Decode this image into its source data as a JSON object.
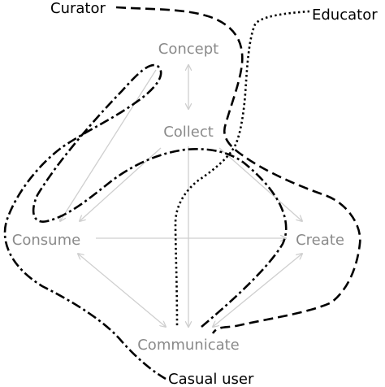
{
  "nodes": {
    "concept": "Concept",
    "collect": "Collect",
    "consume": "Consume",
    "create": "Create",
    "communicate": "Communicate"
  },
  "roles": {
    "curator": "Curator",
    "educator": "Educator",
    "casual_user": "Casual user"
  },
  "colors": {
    "node_text": "#8a8a8a",
    "flow_arrow": "#cfcfcf",
    "route_line": "#000000"
  }
}
